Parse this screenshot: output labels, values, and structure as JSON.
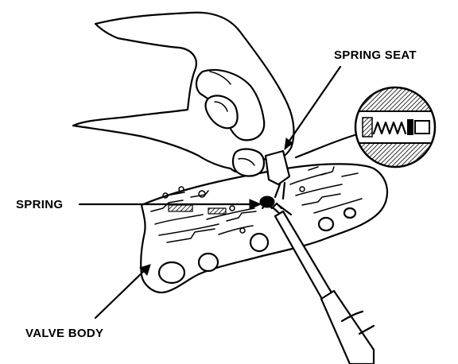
{
  "labels": {
    "spring_seat": "SPRING SEAT",
    "spring": "SPRING",
    "valve_body": "VALVE BODY"
  },
  "icons": {
    "hand": "hand-holding-tool-icon",
    "screwdriver": "screwdriver-icon",
    "detail": "spring-seat-detail-icon"
  },
  "colors": {
    "ink": "#000000",
    "paper": "#ffffff"
  }
}
